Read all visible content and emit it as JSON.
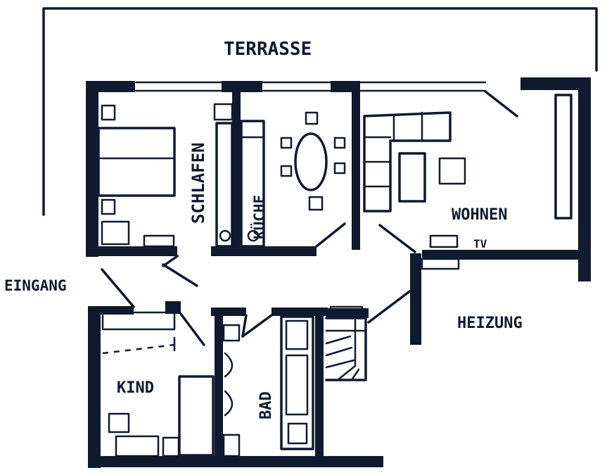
{
  "labels": {
    "terrasse": "TERRASSE",
    "schlafen": "SCHLAFEN",
    "kueche": "KÜCHE",
    "wohnen": "WOHNEN",
    "tv": "TV",
    "eingang": "EINGANG",
    "heizung": "HEIZUNG",
    "kind": "KIND",
    "bad": "BAD"
  },
  "colors": {
    "ink": "#0f1a2e",
    "paper": "#ffffff"
  }
}
